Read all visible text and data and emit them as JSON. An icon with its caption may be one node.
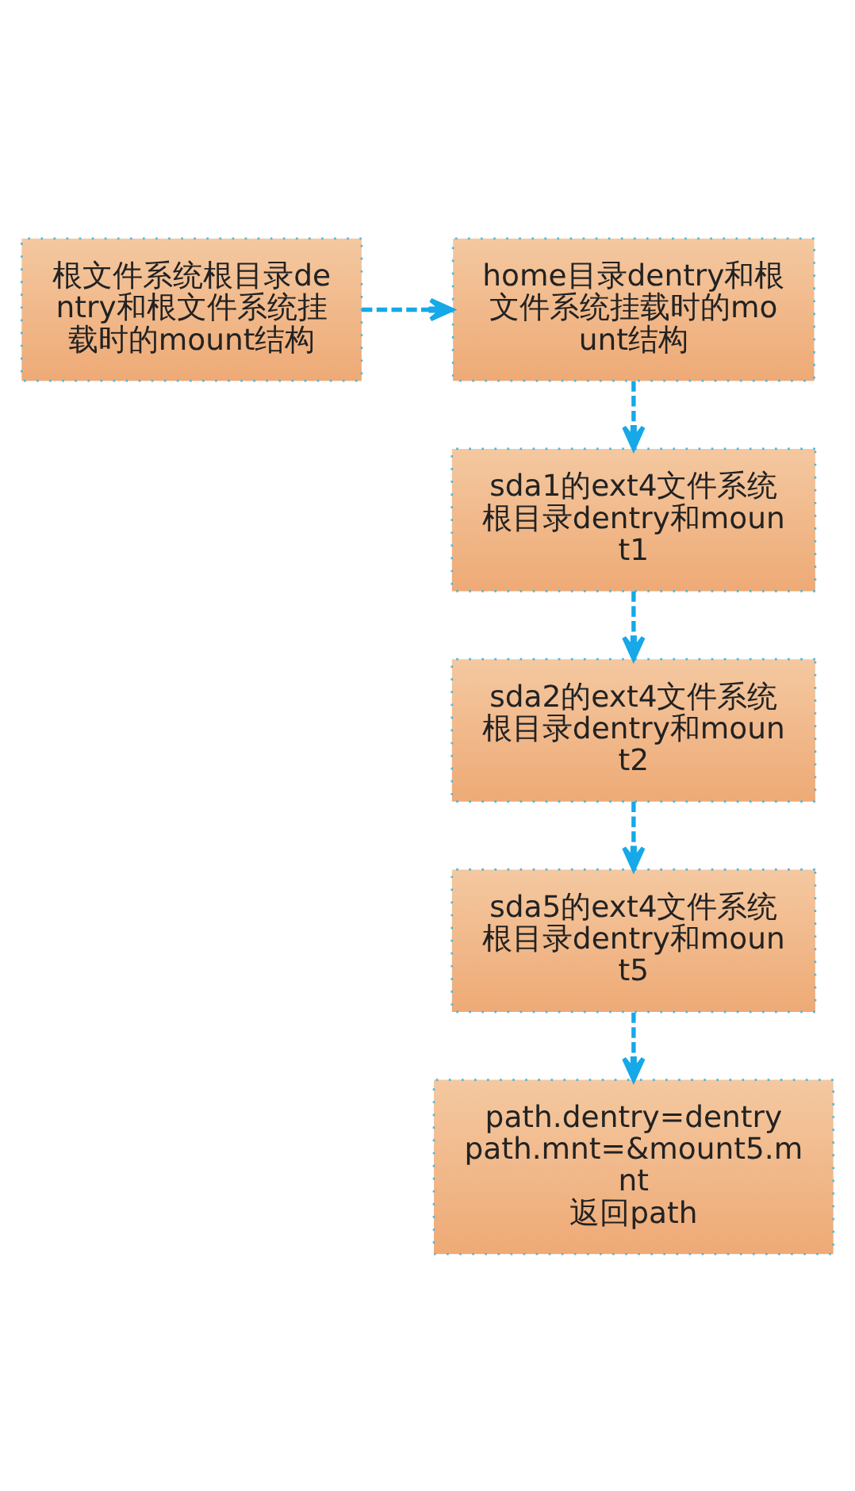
{
  "diagram": {
    "nodes": [
      {
        "text": [
          "根文件系统根目录dentry和根文件系统挂载时的mount结构"
        ]
      },
      {
        "text": [
          "home目录dentry和根文件系统挂载时的mount结构"
        ]
      },
      {
        "text": [
          "sda1的ext4文件系统根目录dentry和mount1"
        ]
      },
      {
        "text": [
          "sda2的ext4文件系统根目录dentry和mount2"
        ]
      },
      {
        "text": [
          "sda5的ext4文件系统根目录dentry和mount5"
        ]
      },
      {
        "text": [
          "path.dentry=dentry path.mnt=&mount5.mnt 返回path"
        ]
      }
    ],
    "edges": [
      {
        "from": 0,
        "to": 1,
        "arrow": "to",
        "style": "dashed"
      },
      {
        "from": 1,
        "to": 2,
        "arrow": "to",
        "style": "dashed"
      },
      {
        "from": 2,
        "to": 3,
        "arrow": "to",
        "style": "dashed"
      },
      {
        "from": 3,
        "to": 4,
        "arrow": "to",
        "style": "dashed"
      },
      {
        "from": 4,
        "to": 5,
        "arrow": "to",
        "style": "dashed"
      }
    ]
  }
}
